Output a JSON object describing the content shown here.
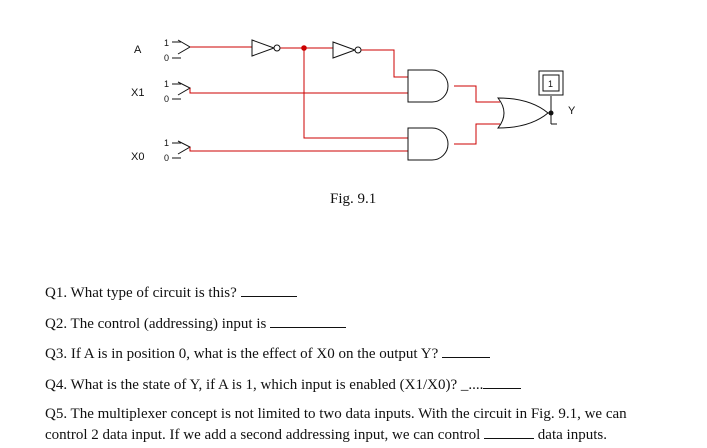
{
  "circuit": {
    "inputs": [
      {
        "name": "A",
        "one": "1",
        "zero": "0"
      },
      {
        "name": "X1",
        "one": "1",
        "zero": "0"
      },
      {
        "name": "X0",
        "one": "1",
        "zero": "0"
      }
    ],
    "output_name": "Y",
    "output_value": "1",
    "wire_color": "#cc0000",
    "wire_low_color": "#000000"
  },
  "figure_caption": "Fig. 9.1",
  "questions": [
    {
      "text": "Q1. What type of circuit is this?",
      "after": ""
    },
    {
      "text": "Q2. The control (addressing) input is",
      "after": ""
    },
    {
      "text": "Q3. If A is in position 0, what is the effect of X0 on the output Y?",
      "after": ""
    },
    {
      "text": "Q4. What is the state of Y, if A is 1, which input is enabled (X1/X0)? _....",
      "after": ""
    },
    {
      "line1": "Q5. The multiplexer concept is not limited to two data inputs. With the circuit in Fig. 9.1, we can",
      "line2a": "control 2 data input. If we add a second addressing input, we can control",
      "line2b": "data inputs."
    }
  ]
}
